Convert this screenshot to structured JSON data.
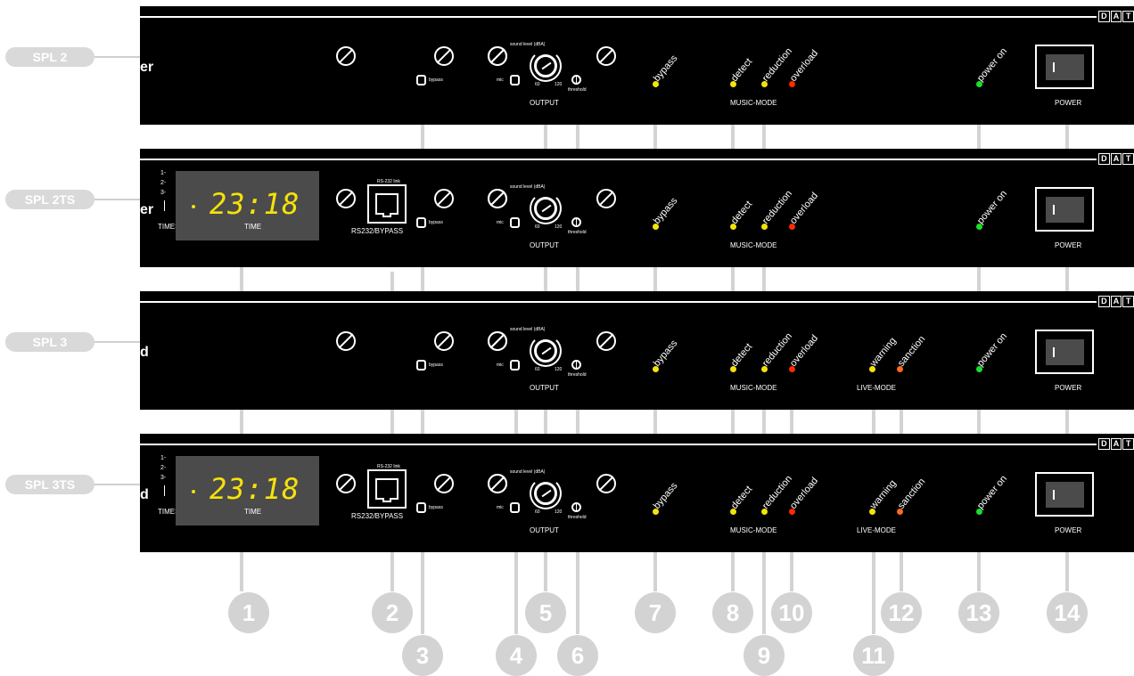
{
  "panels": [
    {
      "tag": "SPL 2",
      "edge": "er",
      "display": null,
      "rj45": false,
      "live": false,
      "labels": {
        "bypass_small": "bypass",
        "sound_level": "sound level (dBA)",
        "mic": "mic",
        "k60": "60",
        "k120": "120",
        "threshold": "threshold",
        "output": "OUTPUT",
        "bypass": "bypass",
        "detect": "detect",
        "reduction": "reduction",
        "overload": "overload",
        "music_mode": "MUSIC-MODE",
        "power_on": "power on",
        "power": "POWER"
      }
    },
    {
      "tag": "SPL 2TS",
      "edge": "er",
      "display": {
        "time": "23:18",
        "slots": [
          "1-",
          "2-",
          "3-"
        ],
        "timeslot": "TIMESLOT",
        "time_label": "TIME"
      },
      "rj45": true,
      "live": false,
      "labels": {
        "bypass_small": "bypass",
        "sound_level": "sound level (dBA)",
        "mic": "mic",
        "k60": "60",
        "k120": "120",
        "threshold": "threshold",
        "output": "OUTPUT",
        "bypass": "bypass",
        "detect": "detect",
        "reduction": "reduction",
        "overload": "overload",
        "music_mode": "MUSIC-MODE",
        "power_on": "power on",
        "power": "POWER",
        "rs232": "RS232/BYPASS",
        "rs232_tiny": "RS-232 link"
      }
    },
    {
      "tag": "SPL 3",
      "edge": "d",
      "display": null,
      "rj45": false,
      "live": true,
      "labels": {
        "bypass_small": "bypass",
        "sound_level": "sound level (dBA)",
        "mic": "mic",
        "k60": "60",
        "k120": "120",
        "threshold": "threshold",
        "output": "OUTPUT",
        "bypass": "bypass",
        "detect": "detect",
        "reduction": "reduction",
        "overload": "overload",
        "music_mode": "MUSIC-MODE",
        "warning": "warning",
        "sanction": "sanction",
        "live_mode": "LIVE-MODE",
        "power_on": "power on",
        "power": "POWER"
      }
    },
    {
      "tag": "SPL 3TS",
      "edge": "d",
      "display": {
        "time": "23:18",
        "slots": [
          "1-",
          "2-",
          "3-"
        ],
        "timeslot": "TIMESLOT",
        "time_label": "TIME"
      },
      "rj45": true,
      "live": true,
      "labels": {
        "bypass_small": "bypass",
        "sound_level": "sound level (dBA)",
        "mic": "mic",
        "k60": "60",
        "k120": "120",
        "threshold": "threshold",
        "output": "OUTPUT",
        "bypass": "bypass",
        "detect": "detect",
        "reduction": "reduction",
        "overload": "overload",
        "music_mode": "MUSIC-MODE",
        "warning": "warning",
        "sanction": "sanction",
        "live_mode": "LIVE-MODE",
        "power_on": "power on",
        "power": "POWER",
        "rs232": "RS232/BYPASS",
        "rs232_tiny": "RS-232 link"
      }
    }
  ],
  "brand": [
    "D",
    "A",
    "T"
  ],
  "callouts": [
    "1",
    "2",
    "3",
    "4",
    "5",
    "6",
    "7",
    "8",
    "9",
    "10",
    "11",
    "12",
    "13",
    "14"
  ],
  "colors": {
    "yellow_led": "#f5e20a",
    "red_led": "#ff2a00",
    "orange_led": "#ff6a1a",
    "green_led": "#19e02a",
    "callout": "#d3d3d3",
    "display": "#4b4b4b",
    "digits": "#f5e20a"
  }
}
